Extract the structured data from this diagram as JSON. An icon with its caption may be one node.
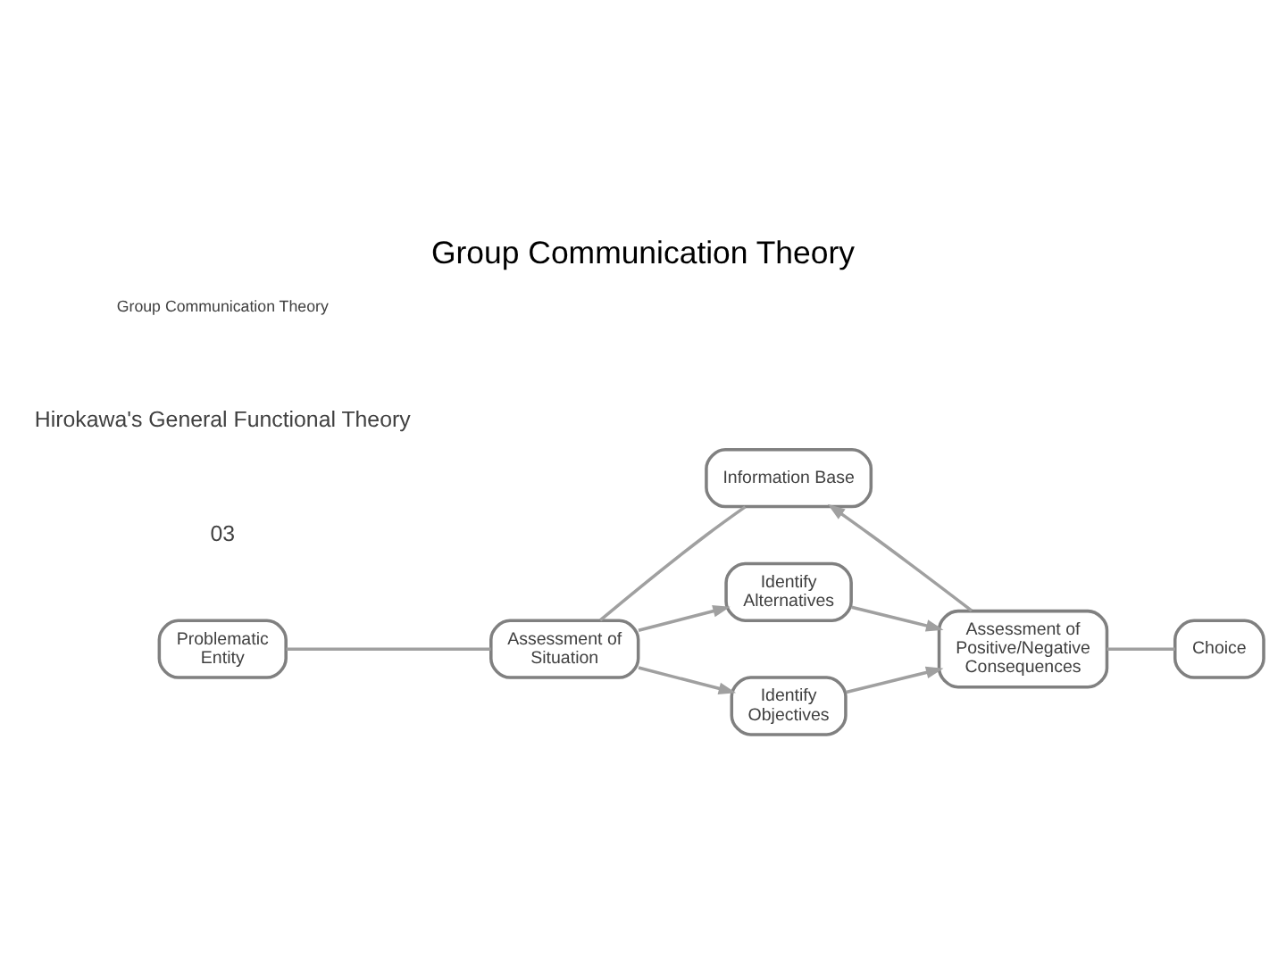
{
  "diagram": {
    "title": "Group Communication Theory",
    "nodes": [
      {
        "text": [
          "Problematic Entity"
        ]
      },
      {
        "text": [
          "Assessment of Situation"
        ]
      },
      {
        "text": [
          "Information Base"
        ]
      },
      {
        "text": [
          "Identify Alternatives"
        ]
      },
      {
        "text": [
          "Identify Objectives"
        ]
      },
      {
        "text": [
          "Assessment of Positive/Negative Consequences"
        ]
      },
      {
        "text": [
          "Choice"
        ]
      }
    ],
    "edges": [
      {
        "from": 0,
        "to": 1,
        "arrow": "none"
      },
      {
        "from": 1,
        "to": 3,
        "arrow": "to"
      },
      {
        "from": 1,
        "to": 4,
        "arrow": "to"
      },
      {
        "from": 3,
        "to": 5,
        "arrow": "to"
      },
      {
        "from": 4,
        "to": 5,
        "arrow": "to"
      },
      {
        "from": 5,
        "to": 6,
        "arrow": "none"
      },
      {
        "from": 1,
        "to": 2,
        "arrow": "none"
      },
      {
        "from": 5,
        "to": 2,
        "arrow": "to"
      }
    ],
    "labels": [
      "03",
      "Hirokawa's General Functional Theory",
      "Group Communication Theory"
    ]
  }
}
